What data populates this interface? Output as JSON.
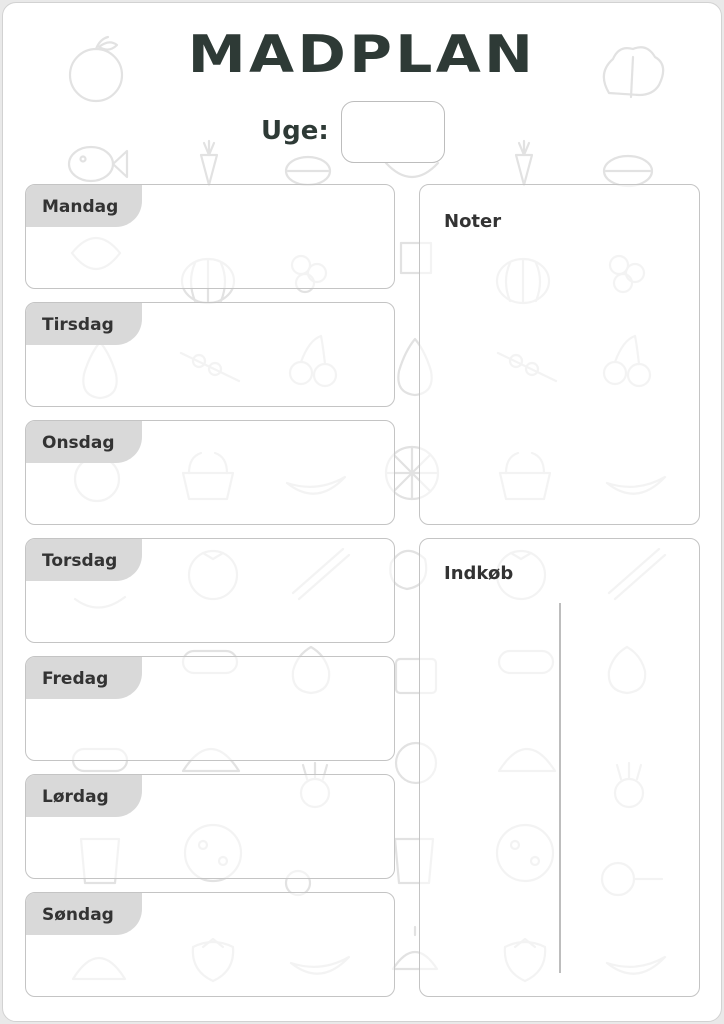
{
  "title": "MADPLAN",
  "week": {
    "label": "Uge:",
    "value": ""
  },
  "days": [
    {
      "label": "Mandag",
      "content": ""
    },
    {
      "label": "Tirsdag",
      "content": ""
    },
    {
      "label": "Onsdag",
      "content": ""
    },
    {
      "label": "Torsdag",
      "content": ""
    },
    {
      "label": "Fredag",
      "content": ""
    },
    {
      "label": "Lørdag",
      "content": ""
    },
    {
      "label": "Søndag",
      "content": ""
    }
  ],
  "notes": {
    "label": "Noter",
    "content": ""
  },
  "shopping": {
    "label": "Indkøb",
    "items": []
  },
  "colors": {
    "text": "#2e3a36",
    "tab": "#d9d9d9",
    "border": "#c4c4c4",
    "doodle": "#e2e2e2"
  },
  "icons": [
    "apple-icon",
    "lettuce-icon",
    "fish-icon",
    "carrot-icon",
    "nuts-icon",
    "pumpkin-icon",
    "pear-icon",
    "kebab-icon",
    "orange-slice-icon",
    "banana-icon",
    "strawberry-icon",
    "pizza-icon",
    "cup-icon",
    "vegetable-basket-icon"
  ]
}
